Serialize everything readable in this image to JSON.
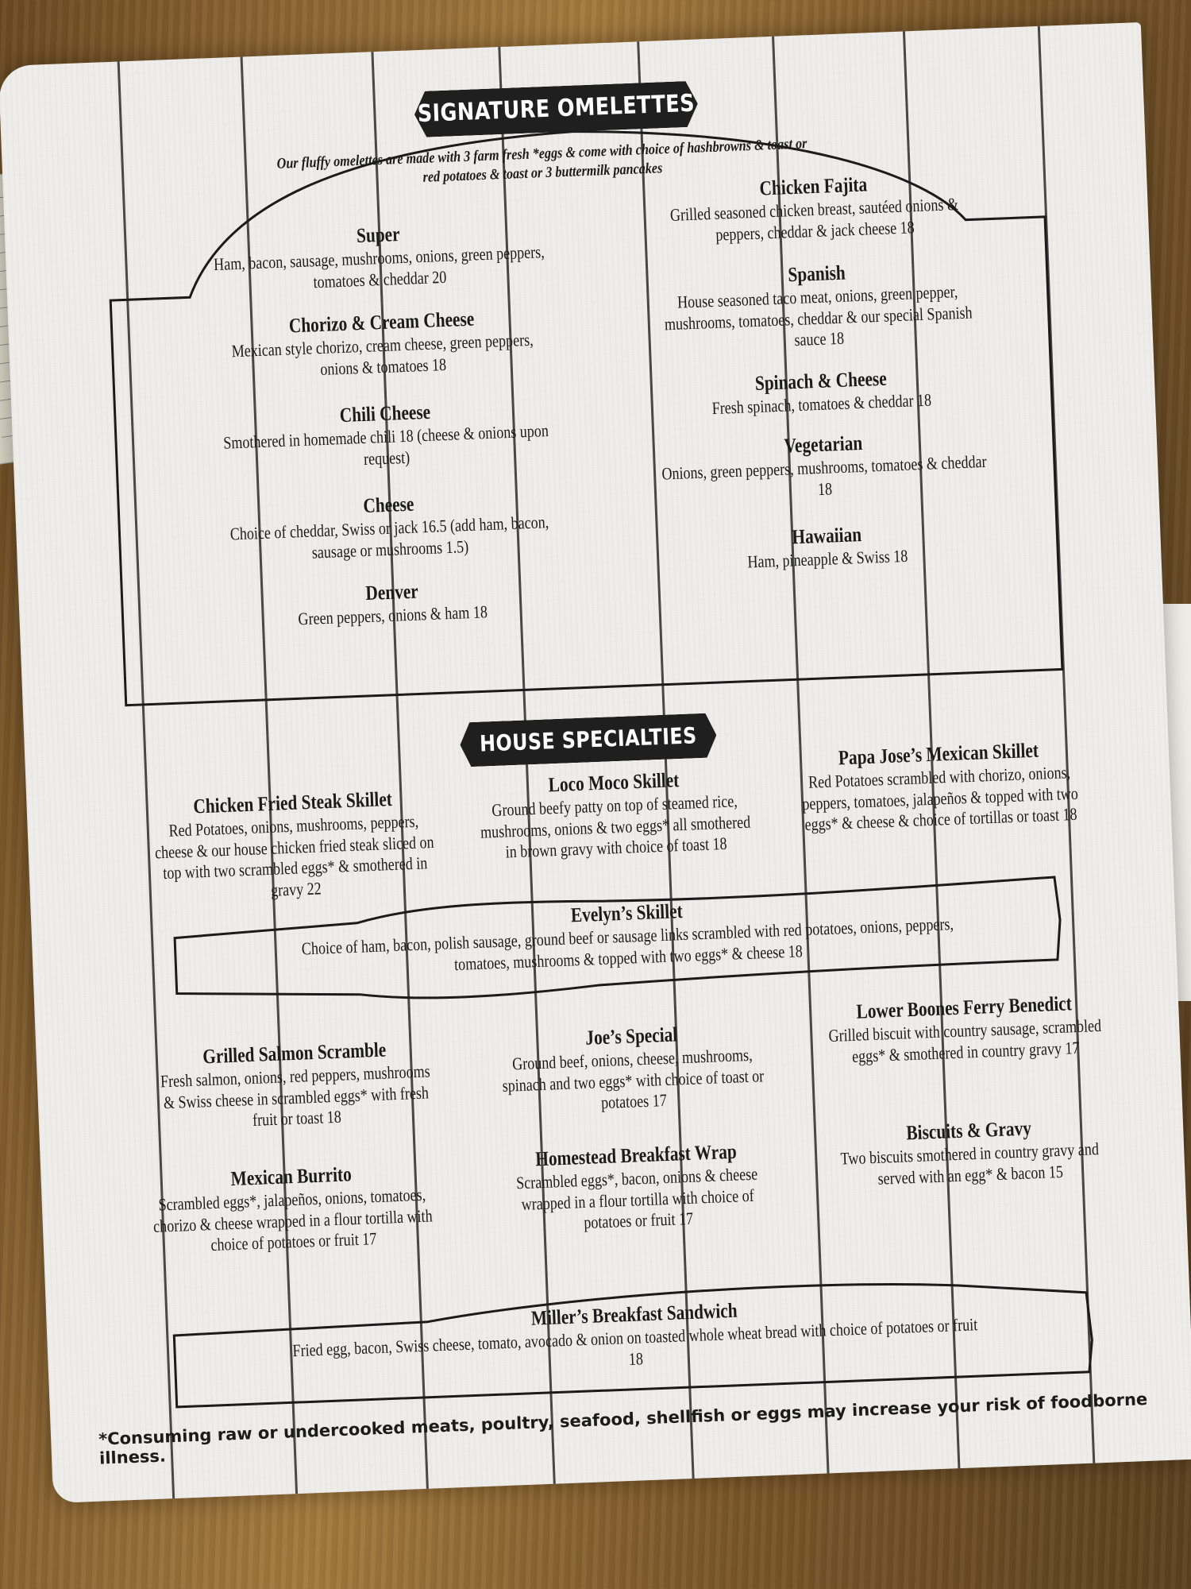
{
  "signature": {
    "title": "SIGNATURE OMELETTES",
    "intro": "Our fluffy omelettes are made with 3 farm fresh *eggs & come with choice of hashbrowns & toast or red potatoes & toast or 3 buttermilk pancakes",
    "left": [
      {
        "name": "Super",
        "desc": "Ham, bacon, sausage, mushrooms, onions, green peppers, tomatoes & cheddar  20"
      },
      {
        "name": "Chorizo & Cream Cheese",
        "desc": "Mexican style chorizo, cream cheese, green peppers, onions & tomatoes  18"
      },
      {
        "name": "Chili Cheese",
        "desc": "Smothered in homemade chili  18 (cheese & onions upon request)"
      },
      {
        "name": "Cheese",
        "desc": "Choice of cheddar, Swiss or jack  16.5 (add ham, bacon, sausage or mushrooms 1.5)"
      },
      {
        "name": "Denver",
        "desc": "Green peppers, onions & ham  18"
      }
    ],
    "right": [
      {
        "name": "Chicken Fajita",
        "desc": "Grilled seasoned chicken breast, sautéed onions & peppers, cheddar & jack cheese  18"
      },
      {
        "name": "Spanish",
        "desc": "House seasoned taco meat, onions, green pepper, mushrooms, tomatoes, cheddar & our special Spanish sauce  18"
      },
      {
        "name": "Spinach & Cheese",
        "desc": "Fresh spinach, tomatoes & cheddar  18"
      },
      {
        "name": "Vegetarian",
        "desc": "Onions, green peppers, mushrooms, tomatoes & cheddar  18"
      },
      {
        "name": "Hawaiian",
        "desc": "Ham, pineapple & Swiss  18"
      }
    ]
  },
  "house": {
    "title": "HOUSE SPECIALTIES",
    "row1": [
      {
        "name": "Chicken Fried Steak Skillet",
        "desc": "Red Potatoes, onions, mushrooms, peppers, cheese & our house chicken fried steak sliced on top with two scrambled eggs* & smothered in gravy  22"
      },
      {
        "name": "Loco Moco Skillet",
        "desc": "Ground beefy patty on top of steamed rice, mushrooms, onions & two eggs* all smothered in brown gravy with choice of toast  18"
      },
      {
        "name": "Papa Jose’s Mexican Skillet",
        "desc": "Red Potatoes scrambled with chorizo, onions, peppers, tomatoes, jalapeños & topped with two eggs* & cheese & choice of tortillas or toast  18"
      }
    ],
    "feature1": {
      "name": "Evelyn’s Skillet",
      "desc": "Choice of ham, bacon, polish sausage, ground beef or sausage links scrambled with red potatoes, onions, peppers, tomatoes, mushrooms & topped with two eggs* & cheese  18"
    },
    "row2": [
      {
        "name": "Grilled Salmon Scramble",
        "desc": "Fresh salmon, onions, red peppers, mushrooms & Swiss cheese in scrambled eggs* with fresh fruit or toast  18"
      },
      {
        "name": "Joe’s Special",
        "desc": "Ground beef, onions, cheese, mushrooms, spinach and two eggs* with choice of toast or potatoes  17"
      },
      {
        "name": "Lower Boones Ferry Benedict",
        "desc": "Grilled biscuit with country sausage, scrambled eggs* & smothered in country gravy  17"
      }
    ],
    "row3": [
      {
        "name": "Mexican Burrito",
        "desc": "Scrambled eggs*, jalapeños, onions, tomatoes, chorizo & cheese wrapped in a flour tortilla with choice of potatoes or fruit 17"
      },
      {
        "name": "Homestead Breakfast Wrap",
        "desc": "Scrambled eggs*, bacon, onions & cheese wrapped in a flour tortilla with choice of potatoes or fruit  17"
      },
      {
        "name": "Biscuits & Gravy",
        "desc": "Two biscuits smothered in country gravy and served with an egg* & bacon  15"
      }
    ],
    "feature2": {
      "name": "Miller’s Breakfast Sandwich",
      "desc": "Fried egg, bacon, Swiss cheese, tomato, avocado & onion on toasted whole wheat bread with choice of potatoes or fruit  18"
    }
  },
  "footnote": "*Consuming raw or undercooked meats, poultry, seafood, shellfish or eggs may increase your risk of foodborne illness."
}
